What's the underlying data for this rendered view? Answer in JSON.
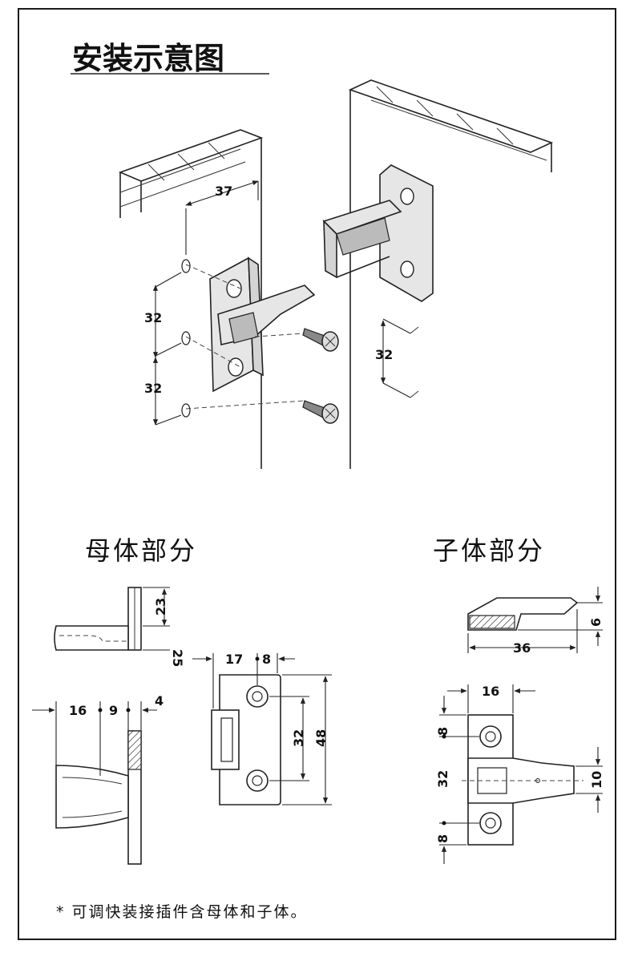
{
  "title": "安装示意图",
  "sections": {
    "female": "母体部分",
    "male": "子体部分"
  },
  "assembly_dims": {
    "d37": "37",
    "d32a": "32",
    "d32b": "32",
    "d32c": "32"
  },
  "female_side_dims": {
    "d23": "23",
    "d25": "25"
  },
  "female_top_dims": {
    "d16": "16",
    "d9": "9",
    "d4": "4"
  },
  "female_front_dims": {
    "d17": "17",
    "d8": "8",
    "d32": "32",
    "d48": "48"
  },
  "male_side_dims": {
    "d6": "6",
    "d36": "36"
  },
  "male_front_dims": {
    "d16": "16",
    "d8a": "8",
    "d32": "32",
    "d10": "10",
    "d8b": "8"
  },
  "note": "* 可调快装接插件含母体和子体。",
  "colors": {
    "line": "#222222",
    "part_fill": "#e6e6e6",
    "border": "#1a1a1a"
  }
}
